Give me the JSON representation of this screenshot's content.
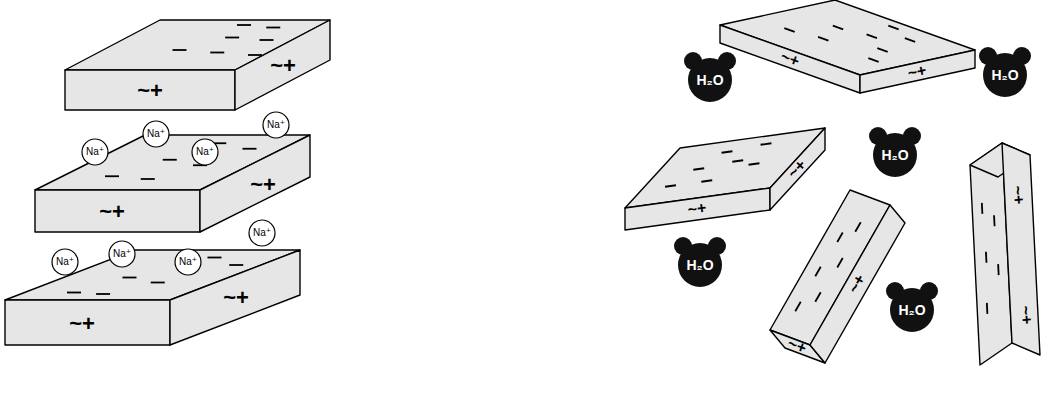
{
  "diagram": {
    "nodes": [
      {
        "text": [
          "~+",
          "~+"
        ]
      },
      {
        "text": [
          "Na⁺"
        ]
      },
      {
        "text": [
          "Na⁺"
        ]
      },
      {
        "text": [
          "Na⁺"
        ]
      },
      {
        "text": [
          "Na⁺"
        ]
      },
      {
        "text": [
          "~+",
          "~+"
        ]
      },
      {
        "text": [
          "Na⁺"
        ]
      },
      {
        "text": [
          "Na⁺"
        ]
      },
      {
        "text": [
          "Na⁺"
        ]
      },
      {
        "text": [
          "Na⁺"
        ]
      },
      {
        "text": [
          "~+",
          "~+"
        ]
      },
      {
        "text": [
          "~+",
          "~+"
        ]
      },
      {
        "text": [
          "H₂O"
        ]
      },
      {
        "text": [
          "H₂O"
        ]
      },
      {
        "text": [
          "~+",
          "~+"
        ]
      },
      {
        "text": [
          "H₂O"
        ]
      },
      {
        "text": [
          "~+",
          "~+"
        ]
      },
      {
        "text": [
          "H₂O"
        ]
      },
      {
        "text": [
          "~+",
          "~+"
        ]
      },
      {
        "text": [
          "H₂O"
        ]
      }
    ]
  }
}
